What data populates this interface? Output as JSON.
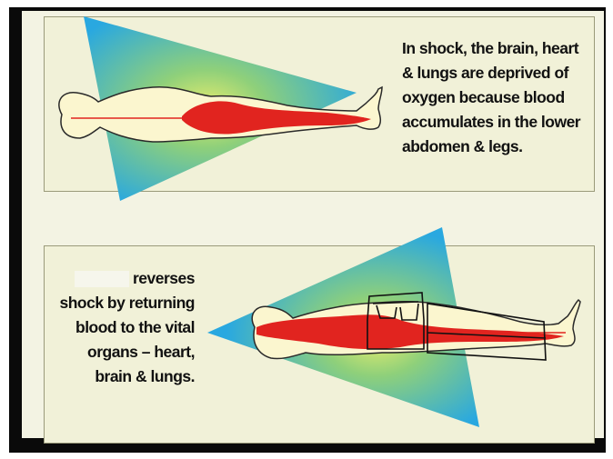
{
  "top_caption": {
    "lines": [
      "In shock, the brain, heart",
      "& lungs are deprived of",
      "oxygen because blood",
      "accumulates in the lower",
      "abdomen & legs."
    ]
  },
  "bottom_caption": {
    "lines": [
      "reverses",
      "shock by returning",
      "blood to the vital",
      "organs – heart,",
      "brain & lungs."
    ]
  },
  "colors": {
    "triangle": "#29a8e0",
    "glow": "#d8e86a",
    "body_fill": "#fbf6cf",
    "blood": "#e1241f",
    "frame": "#0a0a0a"
  }
}
